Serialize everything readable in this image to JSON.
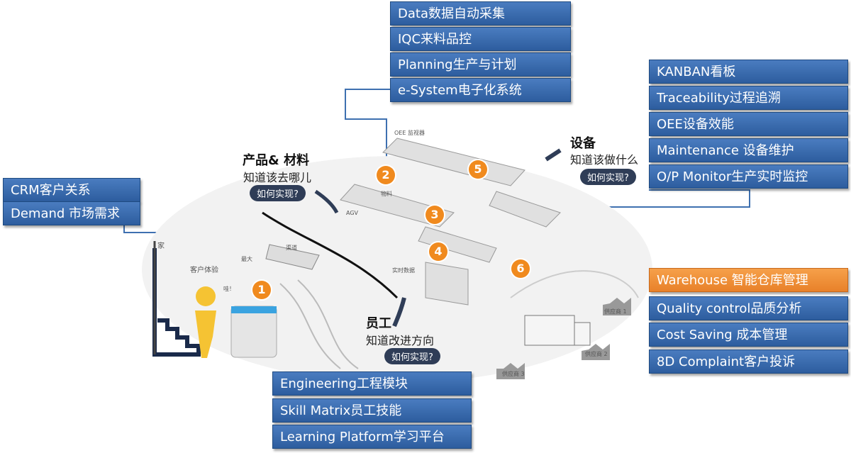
{
  "left_boxes": [
    "CRM客户关系",
    "Demand 市场需求"
  ],
  "top_boxes": [
    "Data数据自动采集",
    "IQC来料品控",
    "Planning生产与计划",
    "e-System电子化系统"
  ],
  "right_top_boxes": [
    "KANBAN看板",
    "Traceability过程追溯",
    "OEE设备效能",
    "Maintenance 设备维护",
    "O/P Monitor生产实时监控"
  ],
  "right_bottom_boxes": [
    "Warehouse 智能仓库管理",
    "Quality control品质分析",
    "Cost Saving 成本管理",
    "8D Complaint客户投诉"
  ],
  "bottom_boxes": [
    "Engineering工程模块",
    "Skill Matrix员工技能",
    "Learning Platform学习平台"
  ],
  "callouts": {
    "product": {
      "title": "产品& 材料",
      "subtitle": "知道该去哪儿",
      "button": "如何实现?"
    },
    "equipment": {
      "title": "设备",
      "subtitle": "知道该做什么",
      "button": "如何实现?"
    },
    "staff": {
      "title": "员工",
      "subtitle": "知道改进方向",
      "button": "如何实现?"
    }
  },
  "markers": [
    "1",
    "2",
    "3",
    "4",
    "5",
    "6"
  ],
  "scene_labels": {
    "home": "家",
    "customer_experience": "客户体验",
    "max": "最大",
    "wow": "哇！",
    "channel": "渠道",
    "oee_monitor": "OEE 监视器",
    "material": "物料",
    "agv": "AGV",
    "realtime_data": "实时数据",
    "supplier1": "供应商 1",
    "supplier2": "供应商 2",
    "supplier3": "供应商 3"
  },
  "colors": {
    "box_blue": "#2d5d9e",
    "box_orange": "#e8812a",
    "marker": "#f08a1e",
    "connector": "#3e70b0"
  }
}
